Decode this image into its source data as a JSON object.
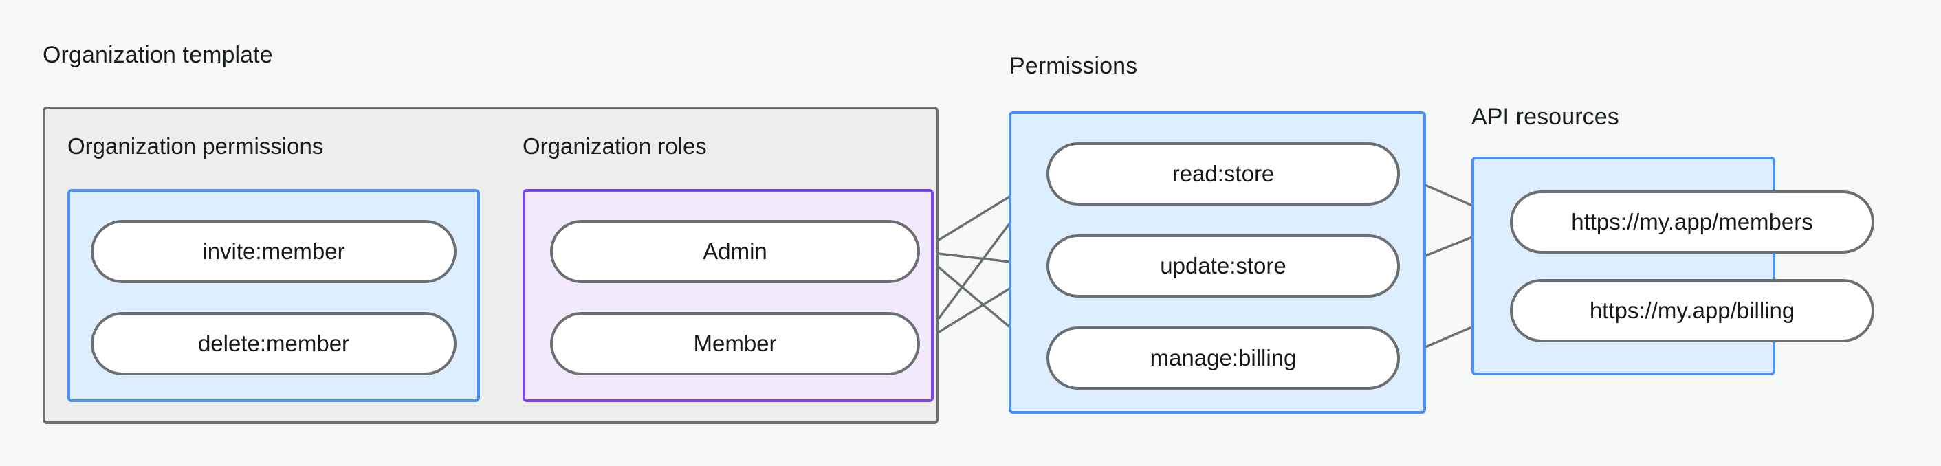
{
  "diagram": {
    "title_visible": false,
    "captions": {
      "organization_template": "Organization template",
      "organization_permissions": "Organization permissions",
      "organization_roles": "Organization roles",
      "permissions": "Permissions",
      "api_resources": "API resources"
    },
    "colors": {
      "canvas_bg": "#f7f8f8",
      "outer_gray_fill": "#ededed",
      "outer_gray_border": "#6b6f72",
      "blue_fill": "#ddeeff",
      "blue_border": "#4a90f7",
      "purple_fill": "#f2e9fd",
      "purple_border": "#7b45f0",
      "node_fill": "#ffffff",
      "node_border": "#6b6f72",
      "edge_stroke": "#6b6f72",
      "text": "#16181a"
    },
    "groups": [
      {
        "id": "organization-template",
        "label": "Organization template",
        "kind": "outer-gray",
        "subgroups": [
          "organization-permissions",
          "organization-roles"
        ]
      },
      {
        "id": "organization-permissions",
        "label": "Organization permissions",
        "kind": "blue",
        "nodes": [
          "invite:member",
          "delete:member"
        ]
      },
      {
        "id": "organization-roles",
        "label": "Organization roles",
        "kind": "purple",
        "nodes": [
          "Admin",
          "Member"
        ]
      },
      {
        "id": "permissions",
        "label": "Permissions",
        "kind": "blue",
        "nodes": [
          "read:store",
          "update:store",
          "manage:billing"
        ]
      },
      {
        "id": "api-resources",
        "label": "API resources",
        "kind": "blue",
        "nodes": [
          "https://my.app/members",
          "https://my.app/billing"
        ]
      }
    ],
    "nodes": {
      "org_permissions": [
        {
          "id": "invite-member",
          "label": "invite:member"
        },
        {
          "id": "delete-member",
          "label": "delete:member"
        }
      ],
      "org_roles": [
        {
          "id": "admin",
          "label": "Admin"
        },
        {
          "id": "member",
          "label": "Member"
        }
      ],
      "permissions": [
        {
          "id": "read-store",
          "label": "read:store"
        },
        {
          "id": "update-store",
          "label": "update:store"
        },
        {
          "id": "manage-billing",
          "label": "manage:billing"
        }
      ],
      "api_resources": [
        {
          "id": "members-url",
          "label": "https://my.app/members"
        },
        {
          "id": "billing-url",
          "label": "https://my.app/billing"
        }
      ]
    },
    "edges": [
      {
        "from": "invite-member",
        "to": "admin"
      },
      {
        "from": "invite-member",
        "to": "member"
      },
      {
        "from": "delete-member",
        "to": "member"
      },
      {
        "from": "admin",
        "to": "read-store"
      },
      {
        "from": "admin",
        "to": "update-store"
      },
      {
        "from": "admin",
        "to": "manage-billing"
      },
      {
        "from": "member",
        "to": "read-store"
      },
      {
        "from": "member",
        "to": "update-store"
      },
      {
        "from": "read-store",
        "to": "members-url"
      },
      {
        "from": "update-store",
        "to": "members-url"
      },
      {
        "from": "manage-billing",
        "to": "billing-url"
      }
    ]
  }
}
